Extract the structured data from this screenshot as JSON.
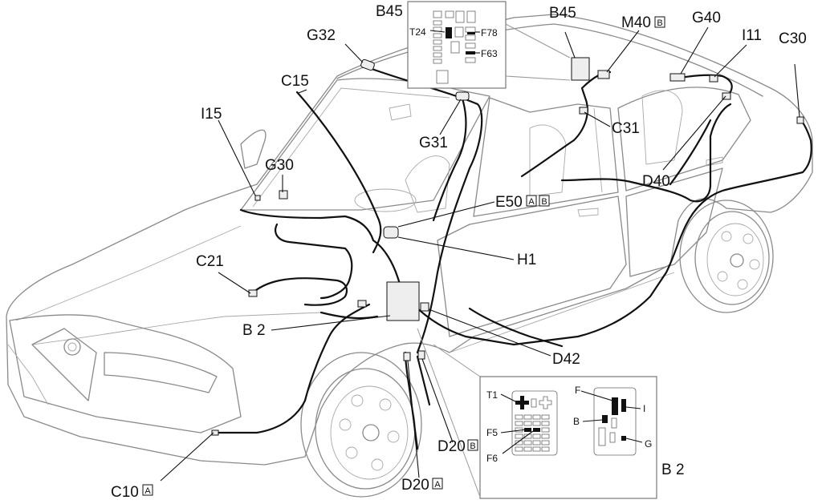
{
  "labels": {
    "b45_top": "B45",
    "t24": "T24",
    "f78": "F78",
    "f63": "F63",
    "b45_roof": "B45",
    "m40": "M40",
    "m40_tag": "B",
    "g40": "G40",
    "i11": "I11",
    "c30": "C30",
    "g32": "G32",
    "c15": "C15",
    "i15": "I15",
    "g31": "G31",
    "c31": "C31",
    "g30": "G30",
    "d40": "D40",
    "e50": "E50",
    "e50_tag1": "A",
    "e50_tag2": "B",
    "h1": "H1",
    "c21": "C21",
    "b2": "B 2",
    "d42": "D42",
    "c10": "C10",
    "c10_tag": "A",
    "d20b": "D20",
    "d20b_tag": "B",
    "d20a": "D20",
    "d20a_tag": "A",
    "t1": "T1",
    "f5": "F5",
    "f6": "F6",
    "f_rel": "F",
    "b_rel": "B",
    "i_rel": "I",
    "g_rel": "G",
    "b2_panel": "B 2"
  }
}
